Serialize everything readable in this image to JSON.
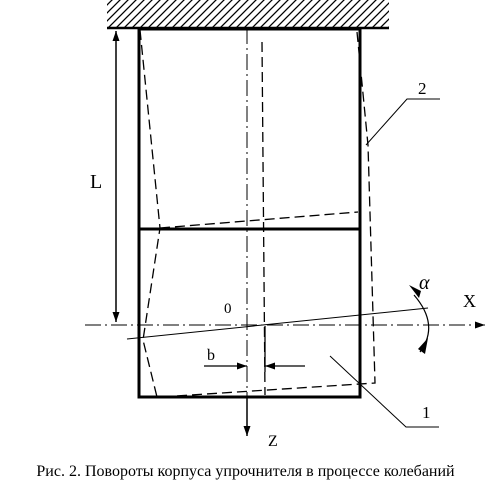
{
  "labels": {
    "length": "L",
    "part_2": "2",
    "part_1": "1",
    "angle": "α",
    "x_axis": "X",
    "z_axis": "Z",
    "origin": "0",
    "offset": "b"
  },
  "caption": "Рис. 2. Повороты корпуса упрочнителя в процессе колебаний"
}
